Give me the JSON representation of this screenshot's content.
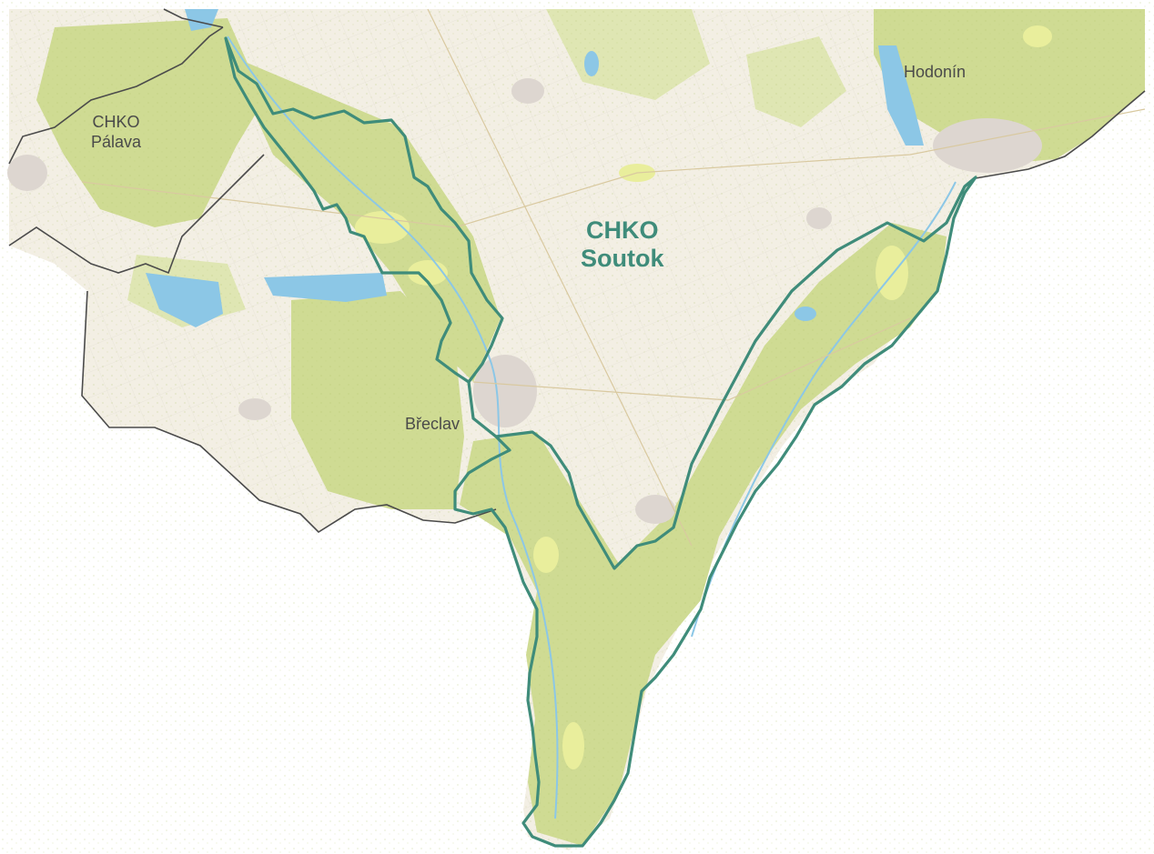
{
  "map": {
    "labels": {
      "chko_palava_line1": "CHKO",
      "chko_palava_line2": "Pálava",
      "hodonin": "Hodonín",
      "breclav": "Břeclav",
      "chko_soutok_line1": "CHKO",
      "chko_soutok_line2": "Soutok"
    },
    "colors": {
      "background": "#ffffff",
      "map_base": "#f6f3ea",
      "field": "#f2f4e6",
      "forest": "#cfdb93",
      "forest_dark": "#b9cc76",
      "meadow": "#e9ee9c",
      "water": "#8cc7e6",
      "urban": "#ddd6d0",
      "admin_border": "#4b4b4b",
      "chko_soutok_boundary": "#3f8c7a",
      "chko_soutok_label": "#3f8c7a",
      "place_label": "#4a4a4a"
    }
  }
}
